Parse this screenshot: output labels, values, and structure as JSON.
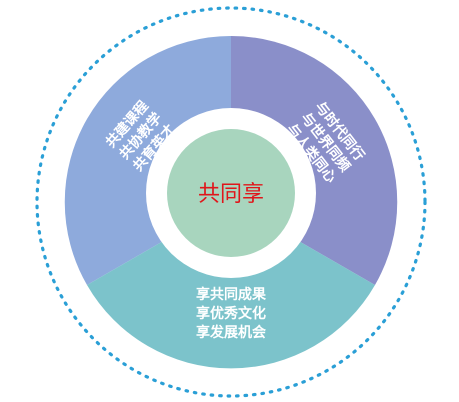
{
  "center": {
    "label": "共同享",
    "color": "#e0161b",
    "fill": "#a8d5be"
  },
  "segments": [
    {
      "lines": [
        "共建课程",
        "共协教学",
        "共育英才"
      ],
      "color": "#8eaadc"
    },
    {
      "lines": [
        "与时代同行",
        "与世界同频",
        "与人类同心"
      ],
      "color": "#8a8fc9"
    },
    {
      "lines": [
        "享共同成果",
        "享优秀文化",
        "享发展机会"
      ],
      "color": "#7cc3cb"
    }
  ],
  "ring": {
    "color": "#2a9fd6",
    "style": "dotted"
  },
  "colors": {
    "ring_inner": "#ffffff"
  }
}
